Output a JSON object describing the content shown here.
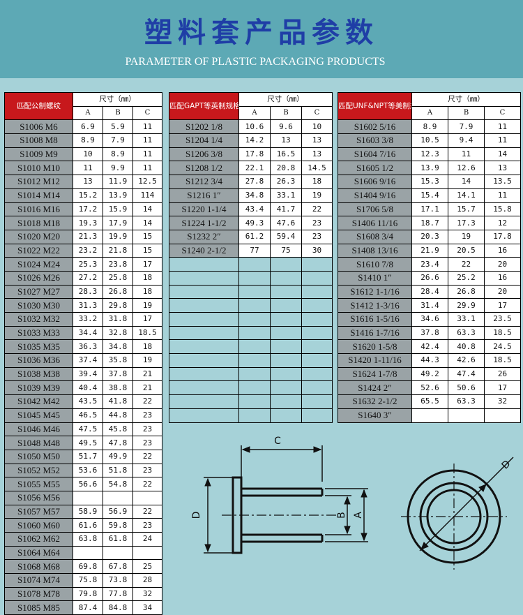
{
  "header": {
    "title_cn": "塑料套产品参数",
    "title_en": "PARAMETER OF PLASTIC PACKAGING PRODUCTS"
  },
  "colors": {
    "header_bg": "#5da9b5",
    "page_bg": "#a6d2d8",
    "title_cn": "#1f3ea6",
    "label_bg": "#c7181c",
    "code_cell": "#9aa3a6"
  },
  "table_metric": {
    "label": "匹配公制螺纹",
    "size_header": "尺寸（㎜）",
    "columns": [
      "A",
      "B",
      "C"
    ],
    "rows": [
      [
        "S1006 M6",
        "6.9",
        "5.9",
        "11"
      ],
      [
        "S1008 M8",
        "8.9",
        "7.9",
        "11"
      ],
      [
        "S1009 M9",
        "10",
        "8.9",
        "11"
      ],
      [
        "S1010 M10",
        "11",
        "9.9",
        "11"
      ],
      [
        "S1012 M12",
        "13",
        "11.9",
        "12.5"
      ],
      [
        "S1014 M14",
        "15.2",
        "13.9",
        "114"
      ],
      [
        "S1016 M16",
        "17.2",
        "15.9",
        "14"
      ],
      [
        "S1018 M18",
        "19.3",
        "17.9",
        "14"
      ],
      [
        "S1020 M20",
        "21.3",
        "19.9",
        "15"
      ],
      [
        "S1022 M22",
        "23.2",
        "21.8",
        "15"
      ],
      [
        "S1024 M24",
        "25.3",
        "23.8",
        "17"
      ],
      [
        "S1026 M26",
        "27.2",
        "25.8",
        "18"
      ],
      [
        "S1027 M27",
        "28.3",
        "26.8",
        "18"
      ],
      [
        "S1030 M30",
        "31.3",
        "29.8",
        "19"
      ],
      [
        "S1032 M32",
        "33.2",
        "31.8",
        "17"
      ],
      [
        "S1033 M33",
        "34.4",
        "32.8",
        "18.5"
      ],
      [
        "S1035 M35",
        "36.3",
        "34.8",
        "18"
      ],
      [
        "S1036 M36",
        "37.4",
        "35.8",
        "19"
      ],
      [
        "S1038 M38",
        "39.4",
        "37.8",
        "21"
      ],
      [
        "S1039 M39",
        "40.4",
        "38.8",
        "21"
      ],
      [
        "S1042 M42",
        "43.5",
        "41.8",
        "22"
      ],
      [
        "S1045 M45",
        "46.5",
        "44.8",
        "23"
      ],
      [
        "S1046 M46",
        "47.5",
        "45.8",
        "23"
      ],
      [
        "S1048 M48",
        "49.5",
        "47.8",
        "23"
      ],
      [
        "S1050 M50",
        "51.7",
        "49.9",
        "22"
      ],
      [
        "S1052 M52",
        "53.6",
        "51.8",
        "23"
      ],
      [
        "S1055 M55",
        "56.6",
        "54.8",
        "22"
      ],
      [
        "S1056 M56",
        "",
        "",
        ""
      ],
      [
        "S1057 M57",
        "58.9",
        "56.9",
        "22"
      ],
      [
        "S1060 M60",
        "61.6",
        "59.8",
        "23"
      ],
      [
        "S1062 M62",
        "63.8",
        "61.8",
        "24"
      ],
      [
        "S1064 M64",
        "",
        "",
        ""
      ],
      [
        "S1068 M68",
        "69.8",
        "67.8",
        "25"
      ],
      [
        "S1074 M74",
        "75.8",
        "73.8",
        "28"
      ],
      [
        "S1078 M78",
        "79.8",
        "77.8",
        "32"
      ],
      [
        "S1085 M85",
        "87.4",
        "84.8",
        "34"
      ]
    ]
  },
  "table_gpt": {
    "label": "匹配GAPT等英制规格螺纹",
    "size_header": "尺寸（㎜）",
    "columns": [
      "A",
      "B",
      "C"
    ],
    "rows": [
      [
        "S1202  1/8",
        "10.6",
        "9.6",
        "10"
      ],
      [
        "S1204  1/4",
        "14.2",
        "13",
        "13"
      ],
      [
        "S1206  3/8",
        "17.8",
        "16.5",
        "13"
      ],
      [
        "S1208  1/2",
        "22.1",
        "20.8",
        "14.5"
      ],
      [
        "S1212  3/4",
        "27.8",
        "26.3",
        "18"
      ],
      [
        "S1216  1″",
        "34.8",
        "33.1",
        "19"
      ],
      [
        "S1220  1-1/4",
        "43.4",
        "41.7",
        "22"
      ],
      [
        "S1224  1-1/2",
        "49.3",
        "47.6",
        "23"
      ],
      [
        "S1232   2″",
        "61.2",
        "59.4",
        "23"
      ],
      [
        "S1240  2-1/2",
        "77",
        "75",
        "30"
      ]
    ]
  },
  "table_unf": {
    "label": "匹配UNF&NPT等美制规格螺纹",
    "size_header": "尺寸（㎜）",
    "columns": [
      "A",
      "B",
      "C"
    ],
    "rows": [
      [
        "S1602   5/16",
        "8.9",
        "7.9",
        "11"
      ],
      [
        "S1603   3/8",
        "10.5",
        "9.4",
        "11"
      ],
      [
        "S1604   7/16",
        "12.3",
        "11",
        "14"
      ],
      [
        "S1605   1/2",
        "13.9",
        "12.6",
        "13"
      ],
      [
        "S1606   9/16",
        "15.3",
        "14",
        "13.5"
      ],
      [
        "S1404   9/16",
        "15.4",
        "14.1",
        "11"
      ],
      [
        "S1706   5/8",
        "17.1",
        "15.7",
        "15.8"
      ],
      [
        "S1406  11/16",
        "18.7",
        "17.3",
        "12"
      ],
      [
        "S1608   3/4",
        "20.3",
        "19",
        "17.8"
      ],
      [
        "S1408  13/16",
        "21.9",
        "20.5",
        "16"
      ],
      [
        "S1610   7/8",
        "23.4",
        "22",
        "20"
      ],
      [
        "S1410   1″",
        "26.6",
        "25.2",
        "16"
      ],
      [
        "S1612   1-1/16",
        "28.4",
        "26.8",
        "20"
      ],
      [
        "S1412   1-3/16",
        "31.4",
        "29.9",
        "17"
      ],
      [
        "S1616   1-5/16",
        "34.6",
        "33.1",
        "23.5"
      ],
      [
        "S1416   1-7/16",
        "37.8",
        "63.3",
        "18.5"
      ],
      [
        "S1620   1-5/8",
        "42.4",
        "40.8",
        "24.5"
      ],
      [
        "S1420   1-11/16",
        "44.3",
        "42.6",
        "18.5"
      ],
      [
        "S1624   1-7/8",
        "49.2",
        "47.4",
        "26"
      ],
      [
        "S1424   2″",
        "52.6",
        "50.6",
        "17"
      ],
      [
        "S1632   2-1/2",
        "65.5",
        "63.3",
        "32"
      ],
      [
        "S1640   3″",
        "",
        "",
        ""
      ]
    ]
  },
  "drawing": {
    "label_c": "C",
    "label_d": "D",
    "label_b": "B",
    "label_a": "A",
    "label_d2": "D"
  }
}
